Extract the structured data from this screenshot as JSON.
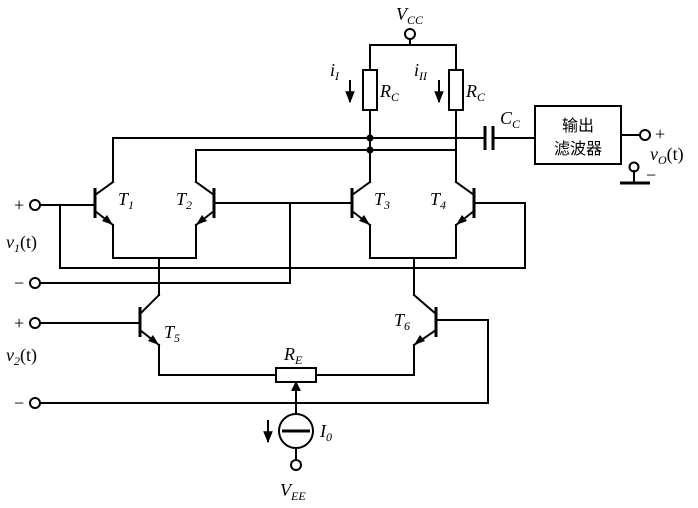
{
  "labels": {
    "vcc": "V",
    "vcc_sub": "CC",
    "vee": "V",
    "vee_sub": "EE",
    "i1": "i",
    "i1_sub": "I",
    "i2": "i",
    "i2_sub": "II",
    "rc1": "R",
    "rc1_sub": "C",
    "rc2": "R",
    "rc2_sub": "C",
    "cc": "C",
    "cc_sub": "C",
    "re": "R",
    "re_sub": "E",
    "i0": "I",
    "i0_sub": "0",
    "t1": "T",
    "t1_sub": "1",
    "t2": "T",
    "t2_sub": "2",
    "t3": "T",
    "t3_sub": "3",
    "t4": "T",
    "t4_sub": "4",
    "t5": "T",
    "t5_sub": "5",
    "t6": "T",
    "t6_sub": "6",
    "v1": "v",
    "v1_sub": "1",
    "v1_arg": "(t)",
    "v2": "v",
    "v2_sub": "2",
    "v2_arg": "(t)",
    "vo": "v",
    "vo_sub": "O",
    "vo_arg": "(t)",
    "plus": "+",
    "minus": "−",
    "filter_line1": "输出",
    "filter_line2": "滤波器"
  }
}
